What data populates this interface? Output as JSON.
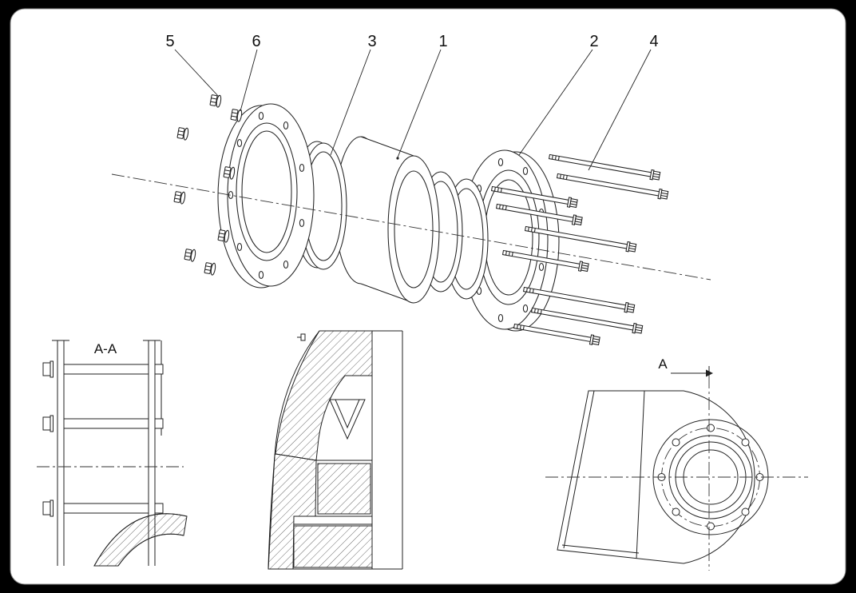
{
  "page": {
    "background": "#000000",
    "sheet_color": "#ffffff",
    "line_color": "#222222"
  },
  "exploded": {
    "label_5": "5",
    "label_6": "6",
    "label_3": "3",
    "label_1": "1",
    "label_2": "2",
    "label_4": "4"
  },
  "views": {
    "section_aa": "A-A",
    "cut_plane": "A"
  }
}
